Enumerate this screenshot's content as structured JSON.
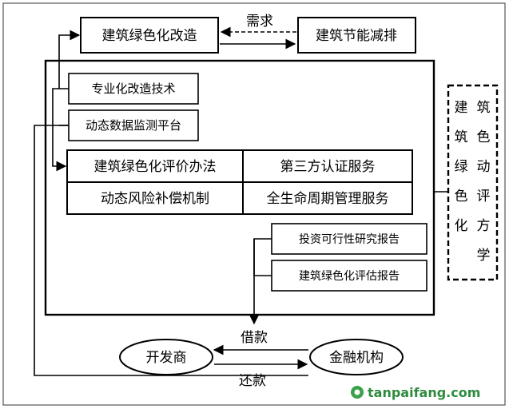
{
  "nodes": {
    "retrofit": "建筑绿色化改造",
    "energy_saving": "建筑节能减排",
    "retrofit_tech": "专业化改造技术",
    "monitor_platform": "动态数据监测平台",
    "evaluation_method": "建筑绿色化评价办法",
    "third_party": "第三方认证服务",
    "risk_compensation": "动态风险补偿机制",
    "lifecycle": "全生命周期管理服务",
    "feasibility": "投资可行性研究报告",
    "assessment_report": "建筑绿色化评估报告",
    "developer": "开发商",
    "finance": "金融机构"
  },
  "edge_labels": {
    "demand": "需求",
    "loan": "借款",
    "repay": "还款"
  },
  "side_label": {
    "col_right": "建筑绿色化",
    "col_left": "筑色动评方学"
  },
  "watermark": "tanpaifang.com"
}
